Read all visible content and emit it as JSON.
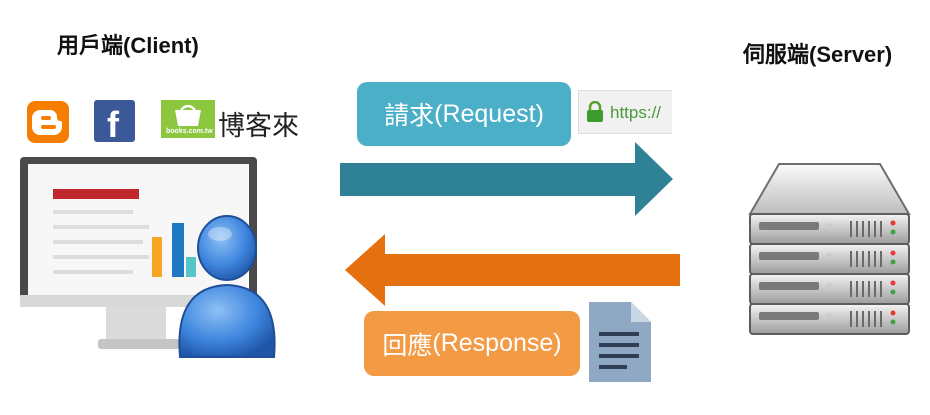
{
  "client": {
    "title_cjk": "用戶端",
    "title_latin": "(Client)"
  },
  "server": {
    "title_cjk": "伺服端",
    "title_latin": "(Server)"
  },
  "request": {
    "label_cjk": "請求",
    "label_latin": "(Request)"
  },
  "response": {
    "label_cjk": "回應",
    "label_latin": "(Response)"
  },
  "address_bar": {
    "text": "https://"
  },
  "books": {
    "label": "books.com.tw",
    "name": "博客來"
  },
  "colors": {
    "request_pill": "#4bafc7",
    "request_arrow": "#2f8296",
    "response_pill": "#f39a45",
    "response_arrow": "#e5700f"
  },
  "icons": [
    "blogger-icon",
    "facebook-icon",
    "books-logo-icon",
    "lock-icon",
    "monitor-icon",
    "user-icon",
    "document-icon",
    "server-rack-icon"
  ]
}
